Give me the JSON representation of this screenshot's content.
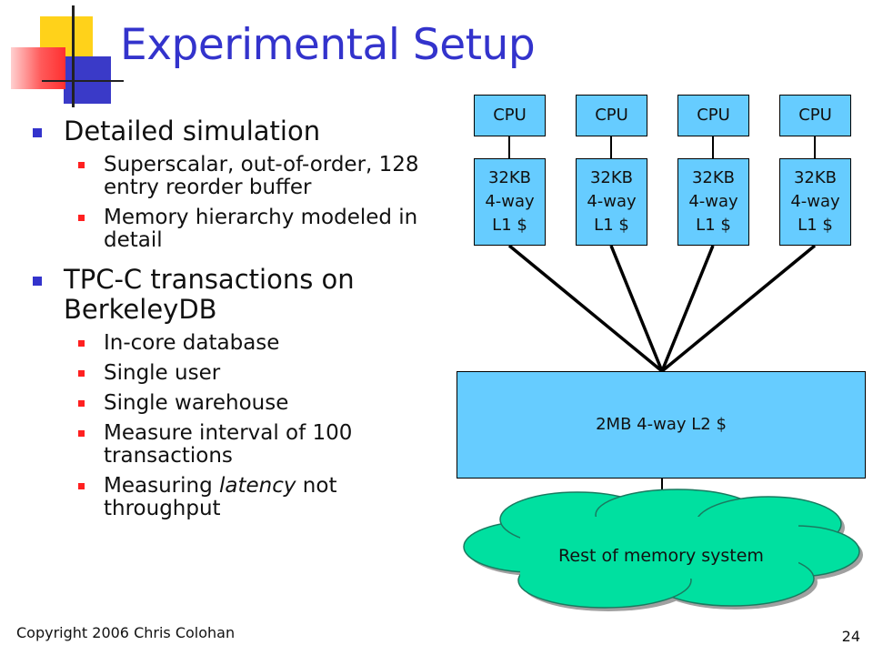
{
  "slide": {
    "title": "Experimental Setup",
    "bullets": [
      {
        "text": "Detailed simulation",
        "sub": [
          "Superscalar, out-of-order, 128 entry reorder buffer",
          "Memory hierarchy modeled in detail"
        ]
      },
      {
        "text": "TPC-C transactions on BerkeleyDB",
        "sub": [
          "In-core database",
          "Single user",
          "Single warehouse",
          "Measure interval of 100 transactions"
        ]
      }
    ],
    "last_bullet": {
      "before": "Measuring ",
      "emphasis": "latency",
      "after": " not throughput"
    },
    "footer": {
      "copyright": "Copyright 2006 Chris Colohan",
      "page_number": "24"
    }
  },
  "diagram": {
    "cpus": [
      "CPU",
      "CPU",
      "CPU",
      "CPU"
    ],
    "l1_caches": [
      [
        "32KB",
        "4-way",
        "L1 $"
      ],
      [
        "32KB",
        "4-way",
        "L1 $"
      ],
      [
        "32KB",
        "4-way",
        "L1 $"
      ],
      [
        "32KB",
        "4-way",
        "L1 $"
      ]
    ],
    "l2_cache": "2MB 4-way L2 $",
    "memory": "Rest of memory system"
  },
  "colors": {
    "title": "#3333cc",
    "box_fill": "#66ccff",
    "cloud_fill": "#00e0a0",
    "bullet_level1": "#3333cc",
    "bullet_level2": "#ff2020"
  }
}
